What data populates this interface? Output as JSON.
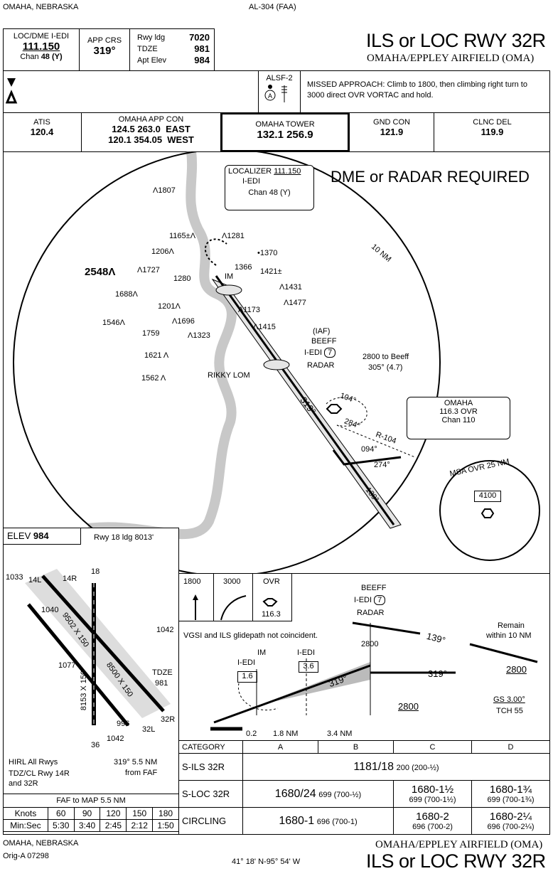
{
  "header": {
    "city_state": "OMAHA, NEBRASKA",
    "procedure_id": "AL-304 (FAA)",
    "title": "ILS or LOC RWY 32R",
    "airport": "OMAHA/EPPLEY AIRFIELD (OMA)"
  },
  "briefing": {
    "loc_label": "LOC/DME I-EDI",
    "loc_freq": "111.150",
    "chan_label": "Chan",
    "chan_value": "48 (Y)",
    "app_crs_label": "APP CRS",
    "app_crs_value": "319°",
    "rwy_ldg_label": "Rwy ldg",
    "rwy_ldg_value": "7020",
    "tdze_label": "TDZE",
    "tdze_value": "981",
    "apt_elev_label": "Apt Elev",
    "apt_elev_value": "984",
    "alsf_label": "ALSF-2",
    "missed_approach": "MISSED APPROACH: Climb to 1800, then climbing right turn to 3000 direct OVR VORTAC and hold."
  },
  "comms": [
    {
      "label": "ATIS",
      "value": "120.4"
    },
    {
      "label": "OMAHA APP CON",
      "value": "124.5 263.0  EAST\n120.1 354.05  WEST"
    },
    {
      "label": "OMAHA TOWER",
      "value": "132.1  256.9"
    },
    {
      "label": "GND CON",
      "value": "121.9"
    },
    {
      "label": "CLNC DEL",
      "value": "119.9"
    }
  ],
  "plan": {
    "dme_radar": "DME or RADAR REQUIRED",
    "localizer_label": "LOCALIZER",
    "localizer_freq": "111.150",
    "localizer_id": "I-EDI",
    "localizer_chan": "Chan 48 (Y)",
    "ring_label": "10 NM",
    "obstacles": [
      "1807",
      "1281",
      "1165±",
      "1206",
      "1370",
      "1727",
      "1366",
      "1421±",
      "2548",
      "1280",
      "1431",
      "1688",
      "1477",
      "1201",
      "1173",
      "1696",
      "1546",
      "1759",
      "1415",
      "1323",
      "1621",
      "1562"
    ],
    "im_label": "IM",
    "iaf_label": "(IAF)",
    "beeff_label": "BEEFF",
    "beeff_dme": "I-EDI",
    "beeff_dme_num": "7",
    "radar_label": "RADAR",
    "rikky_label": "RIKKY LOM",
    "route_note": "2800 to Beeff",
    "route_note2": "305° (4.7)",
    "crs_319": "319°",
    "crs_104": "104°",
    "crs_284": "284°",
    "radial_104": "R-104",
    "crs_094": "094°",
    "crs_274": "274°",
    "crs_139": "139°",
    "vor_name": "OMAHA",
    "vor_freq": "116.3  OVR",
    "vor_chan": "Chan 110",
    "msa_label": "MSA OVR 25 NM",
    "msa_value": "4100"
  },
  "airport": {
    "elev_label": "ELEV",
    "elev_value": "984",
    "rwy18": "Rwy 18 ldg 8013'",
    "elev1033": "1033",
    "elev1040": "1040",
    "elev1042a": "1042",
    "elev1077": "1077",
    "tdze": "TDZE",
    "tdze_val": "981",
    "rwy_a": "9502 X 150",
    "rwy_b": "8500 X 150",
    "rwy_c": "8153 X 150",
    "elev996": "996",
    "elev1042b": "1042",
    "n36": "36",
    "n18": "18",
    "n14l": "14L",
    "n14r": "14R",
    "n32l": "32L",
    "n32r": "32R",
    "hirl": "HIRL All Rwys",
    "tdz": "TDZ/CL Rwy 14R",
    "and": "and 32R",
    "faf_note": "319° 5.5 NM",
    "faf_note2": "from FAF"
  },
  "profile": {
    "m1800": "1800",
    "m3000": "3000",
    "movr": "OVR",
    "movr_freq": "116.3",
    "vgsi": "VGSI and ILS glidepath not coincident.",
    "beeff": "BEEFF",
    "beeff_dme": "I-EDI",
    "beeff_num": "7",
    "radar": "RADAR",
    "alt_2800": "2800",
    "crs_139": "139°",
    "remain": "Remain",
    "remain2": "within 10 NM",
    "alt_2800b": "2800",
    "crs_319": "319°",
    "im": "IM",
    "iedi_a": "I-EDI",
    "iedi_a_num": "1.6",
    "iedi_b": "I-EDI",
    "iedi_b_num": "3.6",
    "crs_319b": "319°",
    "alt_2800c": "2800",
    "gs": "GS 3.00°",
    "tch": "TCH 55",
    "d02": "0.2",
    "d18": "1.8 NM",
    "d34": "3.4 NM"
  },
  "minimums": {
    "headers": [
      "CATEGORY",
      "A",
      "B",
      "C",
      "D"
    ],
    "rows": [
      {
        "label": "S-ILS 32R",
        "ab": "1181/18",
        "ab2": "200 (200-½)"
      },
      {
        "label": "S-LOC 32R",
        "ab": "1680/24",
        "ab2": "699 (700-½)",
        "c": "1680-1½",
        "c2": "699 (700-1½)",
        "d": "1680-1¾",
        "d2": "699 (700-1¾)"
      },
      {
        "label": "CIRCLING",
        "ab": "1680-1",
        "ab2": "696 (700-1)",
        "c": "1680-2",
        "c2": "696 (700-2)",
        "d": "1680-2¼",
        "d2": "696 (700-2¼)"
      }
    ]
  },
  "faf_map": {
    "title": "FAF to MAP  5.5 NM",
    "knots_label": "Knots",
    "knots": [
      "60",
      "90",
      "120",
      "150",
      "180"
    ],
    "minsec_label": "Min:Sec",
    "times": [
      "5:30",
      "3:40",
      "2:45",
      "2:12",
      "1:50"
    ]
  },
  "footer": {
    "city_state": "OMAHA, NEBRASKA",
    "orig": "Orig-A  07298",
    "coords": "41° 18' N-95° 54' W",
    "airport": "OMAHA/EPPLEY AIRFIELD (OMA)",
    "title": "ILS or LOC RWY 32R"
  }
}
